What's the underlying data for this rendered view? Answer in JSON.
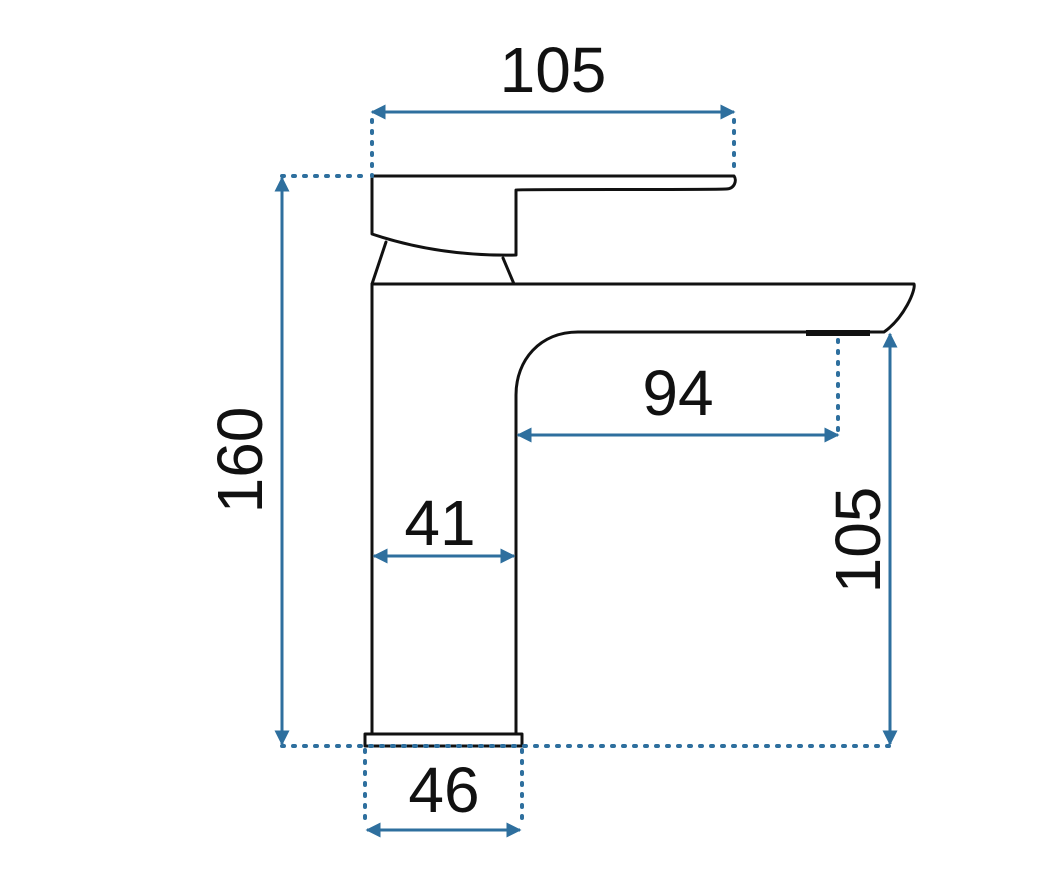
{
  "diagram": {
    "colors": {
      "dimension": "#2e6f9e",
      "outline": "#111111",
      "background": "#ffffff"
    },
    "dimensions": {
      "lever_width": "105",
      "total_height": "160",
      "spout_reach": "94",
      "body_width": "41",
      "spout_height": "105",
      "base_width": "46"
    }
  }
}
